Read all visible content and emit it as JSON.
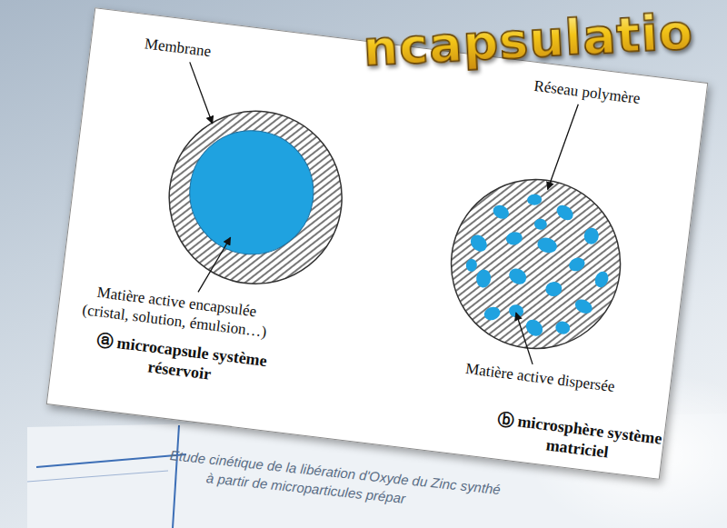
{
  "diagram": {
    "title": "ncapsulatio",
    "labels": [
      "Membrane",
      "Réseau polymère",
      "Matière active encapsulée (cristal, solution, émulsion…)",
      "ⓐ microcapsule système réservoir",
      "Matière active dispersée",
      "ⓑ microsphère système matriciel",
      "Etude cinétique de la libération d'Oxyde du Zinc synthé",
      "à partir de microparticules prépar"
    ]
  }
}
